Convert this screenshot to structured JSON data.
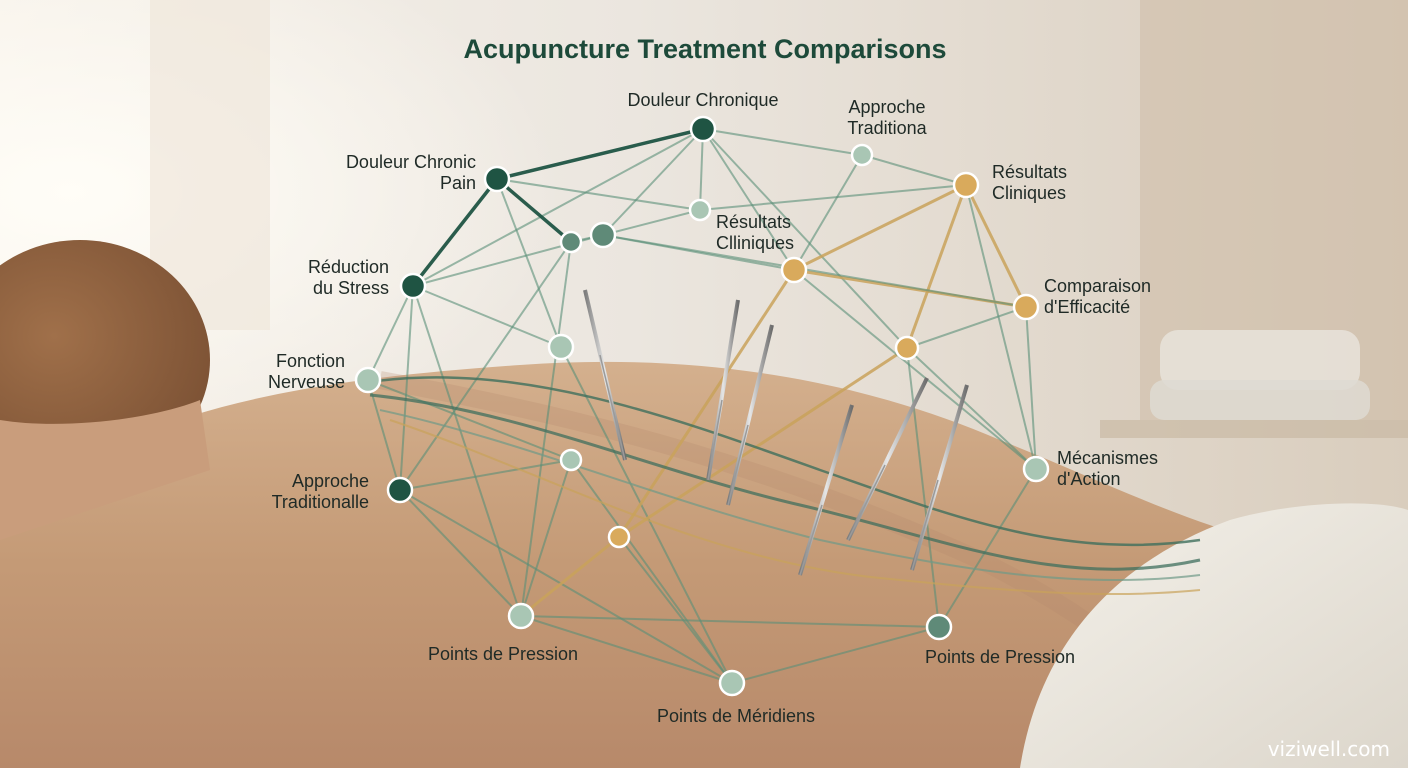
{
  "title": "Acupuncture Treatment Comparisons",
  "watermark": "viziwell.com",
  "colors": {
    "dark_green": "#1f5443",
    "mid_green": "#5f8a78",
    "pale_green": "#a9c6b4",
    "gold": "#d9aa5c",
    "edge_green": "#5a8f78",
    "edge_gold": "#c9a25a",
    "title": "#1d4a3a"
  },
  "nodes": [
    {
      "id": "douleur_chronique",
      "label": [
        "Douleur Chronique"
      ],
      "style": "dark"
    },
    {
      "id": "approche_traditiona",
      "label": [
        "Approche",
        "Traditiona"
      ],
      "style": "pale"
    },
    {
      "id": "douleur_chronic_pain",
      "label": [
        "Douleur Chronic",
        "Pain"
      ],
      "style": "dark"
    },
    {
      "id": "resultats_cliniques_gold",
      "label": [
        "Résultats",
        "Cliniques"
      ],
      "style": "gold"
    },
    {
      "id": "resultats_clliniques",
      "label": [
        "Résultats",
        "Clliniques"
      ],
      "style": "pale"
    },
    {
      "id": "reduction_du_stress",
      "label": [
        "Réduction",
        "du Stress"
      ],
      "style": "dark"
    },
    {
      "id": "comparaison_efficacite",
      "label": [
        "Comparaison",
        "d'Efficacité"
      ],
      "style": "gold"
    },
    {
      "id": "fonction_nerveuse",
      "label": [
        "Fonction",
        "Nerveuse"
      ],
      "style": "pale"
    },
    {
      "id": "mecanismes_action",
      "label": [
        "Mécanismes",
        "d'Action"
      ],
      "style": "pale"
    },
    {
      "id": "approche_traditionalle",
      "label": [
        "Approche",
        "Traditionalle"
      ],
      "style": "dark"
    },
    {
      "id": "points_pression_left",
      "label": [
        "Points de Pression"
      ],
      "style": "pale"
    },
    {
      "id": "points_pression_right",
      "label": [
        "Points de Pression"
      ],
      "style": "mid"
    },
    {
      "id": "points_meridiens",
      "label": [
        "Points de Méridiens"
      ],
      "style": "pale"
    },
    {
      "id": "hub_a",
      "label": [],
      "style": "mid"
    },
    {
      "id": "hub_b",
      "label": [],
      "style": "mid"
    },
    {
      "id": "hub_c",
      "label": [],
      "style": "pale"
    },
    {
      "id": "hub_d",
      "label": [],
      "style": "gold"
    },
    {
      "id": "hub_e",
      "label": [],
      "style": "gold"
    },
    {
      "id": "hub_f",
      "label": [],
      "style": "pale"
    },
    {
      "id": "hub_g",
      "label": [],
      "style": "gold"
    }
  ],
  "edges": [
    [
      "douleur_chronic_pain",
      "douleur_chronique",
      "dark"
    ],
    [
      "douleur_chronique",
      "approche_traditiona",
      "green"
    ],
    [
      "douleur_chronic_pain",
      "reduction_du_stress",
      "dark"
    ],
    [
      "reduction_du_stress",
      "douleur_chronique",
      "green"
    ],
    [
      "douleur_chronic_pain",
      "hub_a",
      "dark"
    ],
    [
      "hub_a",
      "hub_b",
      "green"
    ],
    [
      "douleur_chronique",
      "hub_b",
      "green"
    ],
    [
      "douleur_chronique",
      "resultats_clliniques",
      "green"
    ],
    [
      "douleur_chronique",
      "hub_d",
      "green"
    ],
    [
      "douleur_chronique",
      "hub_e",
      "green"
    ],
    [
      "hub_b",
      "resultats_clliniques",
      "green"
    ],
    [
      "hub_b",
      "hub_d",
      "green"
    ],
    [
      "douleur_chronic_pain",
      "resultats_clliniques",
      "green"
    ],
    [
      "douleur_chronic_pain",
      "hub_c",
      "green"
    ],
    [
      "approche_traditiona",
      "hub_d",
      "green"
    ],
    [
      "approche_traditiona",
      "resultats_cliniques_gold",
      "green"
    ],
    [
      "resultats_clliniques",
      "resultats_cliniques_gold",
      "green"
    ],
    [
      "resultats_cliniques_gold",
      "hub_d",
      "gold"
    ],
    [
      "resultats_cliniques_gold",
      "hub_e",
      "gold"
    ],
    [
      "resultats_cliniques_gold",
      "comparaison_efficacite",
      "gold"
    ],
    [
      "resultats_cliniques_gold",
      "mecanismes_action",
      "green"
    ],
    [
      "comparaison_efficacite",
      "hub_e",
      "green"
    ],
    [
      "hub_d",
      "comparaison_efficacite",
      "gold"
    ],
    [
      "comparaison_efficacite",
      "mecanismes_action",
      "green"
    ],
    [
      "hub_b",
      "comparaison_efficacite",
      "green"
    ],
    [
      "reduction_du_stress",
      "hub_c",
      "green"
    ],
    [
      "reduction_du_stress",
      "fonction_nerveuse",
      "green"
    ],
    [
      "reduction_du_stress",
      "approche_traditionalle",
      "green"
    ],
    [
      "reduction_du_stress",
      "hub_b",
      "green"
    ],
    [
      "reduction_du_stress",
      "points_pression_left",
      "green"
    ],
    [
      "fonction_nerveuse",
      "approche_traditionalle",
      "green"
    ],
    [
      "fonction_nerveuse",
      "hub_f",
      "green"
    ],
    [
      "approche_traditionalle",
      "points_pression_left",
      "green"
    ],
    [
      "approche_traditionalle",
      "hub_f",
      "green"
    ],
    [
      "approche_traditionalle",
      "hub_a",
      "green"
    ],
    [
      "approche_traditionalle",
      "points_meridiens",
      "green"
    ],
    [
      "hub_a",
      "points_pression_left",
      "green"
    ],
    [
      "hub_f",
      "points_pression_left",
      "green"
    ],
    [
      "hub_f",
      "points_meridiens",
      "green"
    ],
    [
      "hub_c",
      "points_meridiens",
      "green"
    ],
    [
      "points_pression_left",
      "points_meridiens",
      "green"
    ],
    [
      "points_meridiens",
      "points_pression_right",
      "green"
    ],
    [
      "points_pression_left",
      "points_pression_right",
      "green"
    ],
    [
      "points_pression_right",
      "mecanismes_action",
      "green"
    ],
    [
      "hub_e",
      "points_pression_right",
      "green"
    ],
    [
      "hub_g",
      "points_pression_left",
      "gold"
    ],
    [
      "hub_e",
      "hub_g",
      "gold"
    ],
    [
      "hub_g",
      "points_meridiens",
      "green"
    ],
    [
      "hub_d",
      "hub_g",
      "gold"
    ],
    [
      "hub_e",
      "mecanismes_action",
      "green"
    ],
    [
      "hub_d",
      "mecanismes_action",
      "green"
    ]
  ]
}
